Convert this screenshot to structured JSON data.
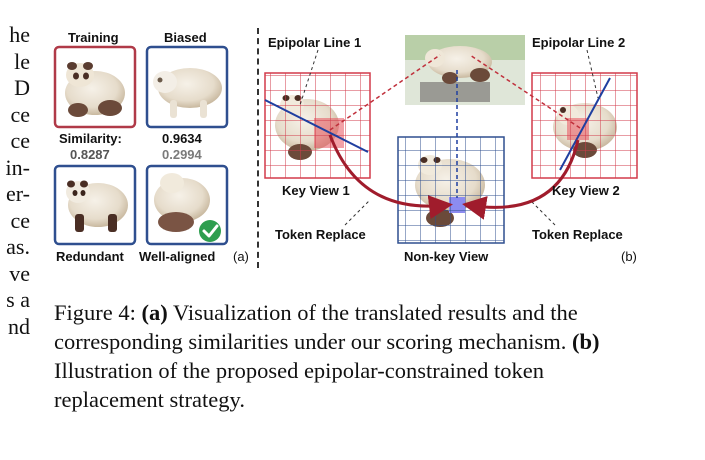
{
  "body_text_fragments": [
    "he",
    "le",
    "D",
    "ce",
    "ce",
    "in-",
    "er-",
    "ce",
    "as.",
    "ve",
    "s a",
    "nd"
  ],
  "panel_a": {
    "label_training": "Training",
    "label_biased": "Biased",
    "similarity_label": "Similarity:",
    "sim_training": "0.8287",
    "sim_biased_top": "0.9634",
    "sim_biased_bottom": "0.2994",
    "label_redundant": "Redundant",
    "label_well_aligned": "Well-aligned",
    "tag": "(a)",
    "colors": {
      "training_frame": "#b03a48",
      "biased_frame": "#2f4f8f",
      "check": "#2e9e4f",
      "gray_value": "#7a7a7a"
    }
  },
  "panel_b": {
    "epipolar_line_1": "Epipolar Line 1",
    "epipolar_line_2": "Epipolar Line 2",
    "key_view_1": "Key View 1",
    "key_view_2": "Key View 2",
    "token_replace_left": "Token Replace",
    "token_replace_right": "Token Replace",
    "non_key_view": "Non-key View",
    "tag": "(b)",
    "colors": {
      "key_grid": "#d23a4a",
      "nonkey_grid": "#2f4f8f",
      "arrow": "#a01c2c",
      "token": "#8c8cf0",
      "epiline": "#1f3fa0"
    }
  },
  "caption": {
    "label": "Figure 4:",
    "part_a_tag": "(a)",
    "part_a_text": "Visualization of the translated results and the corresponding similarities under our scoring mechanism.",
    "part_b_tag": "(b)",
    "part_b_text": "Illustration of the proposed epipolar-constrained token replacement strategy."
  }
}
